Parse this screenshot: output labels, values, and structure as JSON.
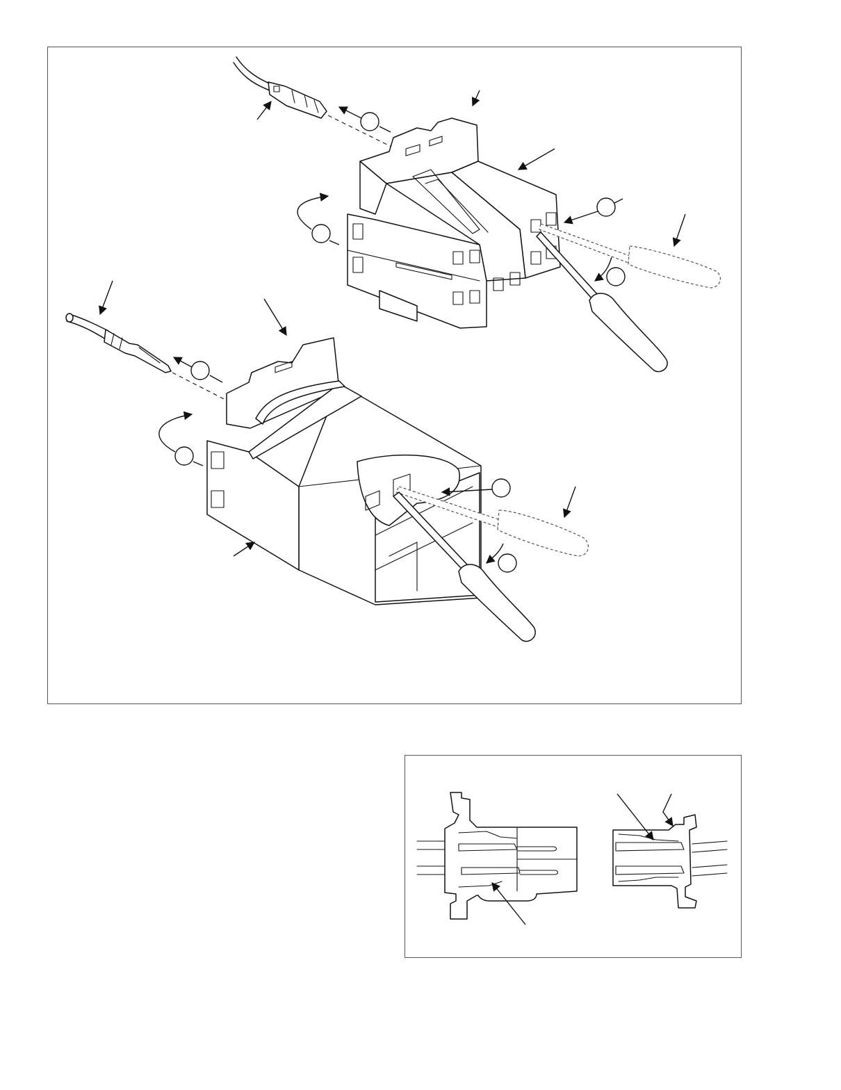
{
  "figure": {
    "upper_connector_step_callouts": [
      "",
      "",
      "",
      ""
    ],
    "lower_connector_step_callouts": [
      "",
      "",
      "",
      ""
    ],
    "detail_callouts": []
  },
  "colors": {
    "line": "#111111",
    "frame": "#555555",
    "background": "#ffffff"
  },
  "icons": [
    "connector-housing",
    "terminal",
    "screwdriver",
    "wire",
    "arrow"
  ]
}
